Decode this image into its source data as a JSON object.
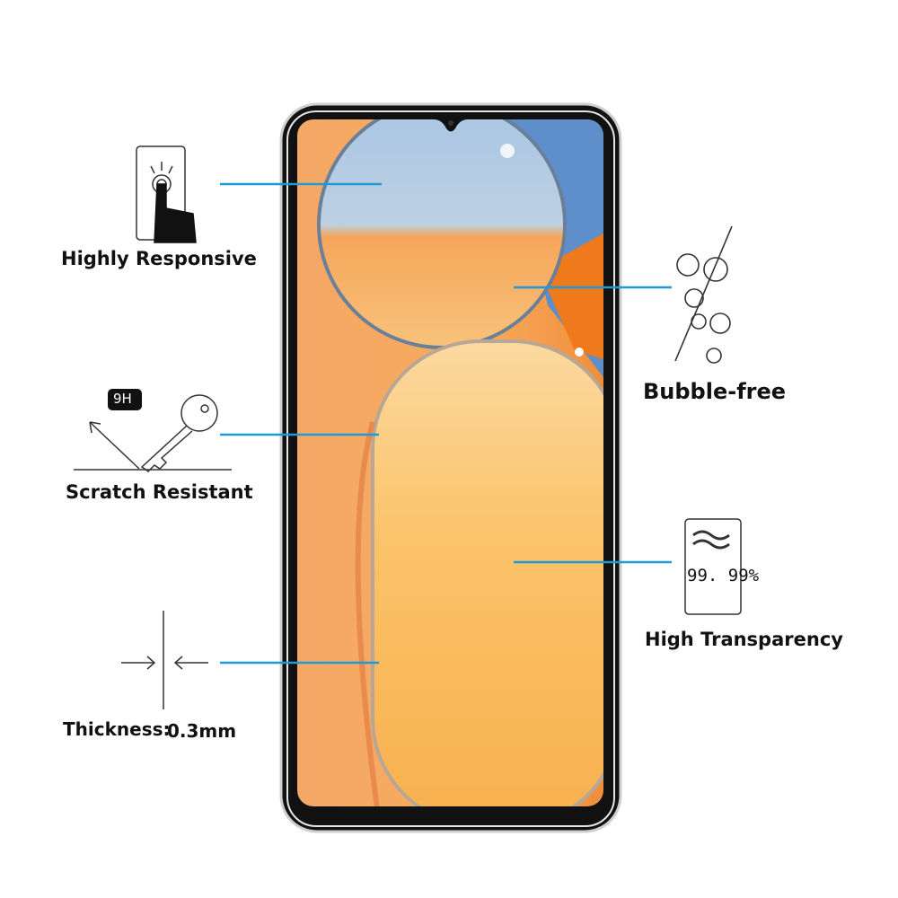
{
  "features": {
    "highly_responsive": "Highly Responsive",
    "scratch_resistant": "Scratch Resistant",
    "scratch_badge": "9H",
    "thickness_label": "Thickness:",
    "thickness_value": "0.3mm",
    "bubble_free": "Bubble-free",
    "high_transparency": "High Transparency",
    "transparency_value": "99. 99%"
  },
  "colors": {
    "callout_line": "#1e9ad6",
    "screen_orange": "#f6a35a",
    "screen_blue": "#6f9fd3"
  }
}
